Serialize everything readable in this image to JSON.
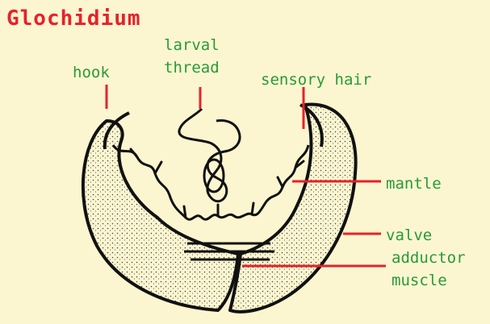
{
  "diagram": {
    "title": "Glochidium",
    "colors": {
      "background": "#fbf6d0",
      "title": "#e8212b",
      "labels": "#2a9a37",
      "leader_lines": "#e8212b",
      "shell_outline": "#111111"
    },
    "labels": {
      "hook": "hook",
      "larval_thread_line1": "larval",
      "larval_thread_line2": "thread",
      "sensory_hair": "sensory hair",
      "mantle": "mantle",
      "valve": "valve",
      "adductor_line1": "adductor",
      "adductor_line2": "muscle"
    }
  }
}
